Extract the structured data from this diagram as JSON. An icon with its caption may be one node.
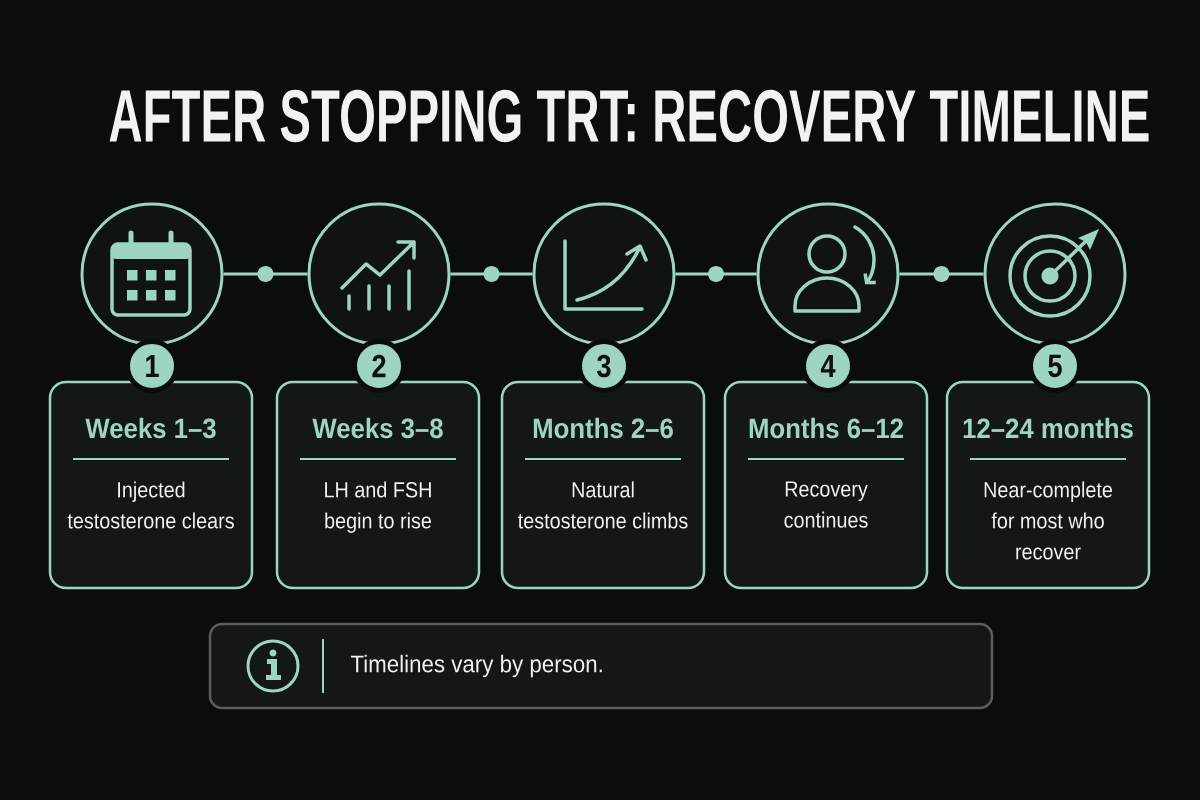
{
  "diagram": {
    "title": "AFTER STOPPING TRT: RECOVERY TIMELINE",
    "nodes": [
      {
        "text": [],
        "shape": "circle"
      },
      {
        "text": [],
        "shape": "circle"
      },
      {
        "text": [],
        "shape": "circle"
      },
      {
        "text": [],
        "shape": "circle"
      },
      {
        "text": [],
        "shape": "circle"
      },
      {
        "text": [
          "1"
        ]
      },
      {
        "text": [
          "2"
        ]
      },
      {
        "text": [
          "3"
        ]
      },
      {
        "text": [
          "4"
        ]
      },
      {
        "text": [
          "5"
        ]
      },
      {
        "text": [
          "Weeks 1–3",
          "Injected testosterone clears"
        ]
      },
      {
        "text": [
          "Weeks 3–8",
          "LH and FSH begin to rise"
        ]
      },
      {
        "text": [
          "Months 2–6",
          "Natural testosterone climbs"
        ]
      },
      {
        "text": [
          "Months 6–12",
          "Recovery continues"
        ]
      },
      {
        "text": [
          "12–24 months",
          "Near-complete for most who recover"
        ]
      },
      {
        "text": [
          "Timelines vary by person."
        ]
      }
    ],
    "edges": [
      {
        "from": 0,
        "to": 1,
        "arrow": "none"
      },
      {
        "from": 1,
        "to": 2,
        "arrow": "none"
      },
      {
        "from": 2,
        "to": 3,
        "arrow": "none"
      },
      {
        "from": 3,
        "to": 4,
        "arrow": "none"
      }
    ]
  }
}
